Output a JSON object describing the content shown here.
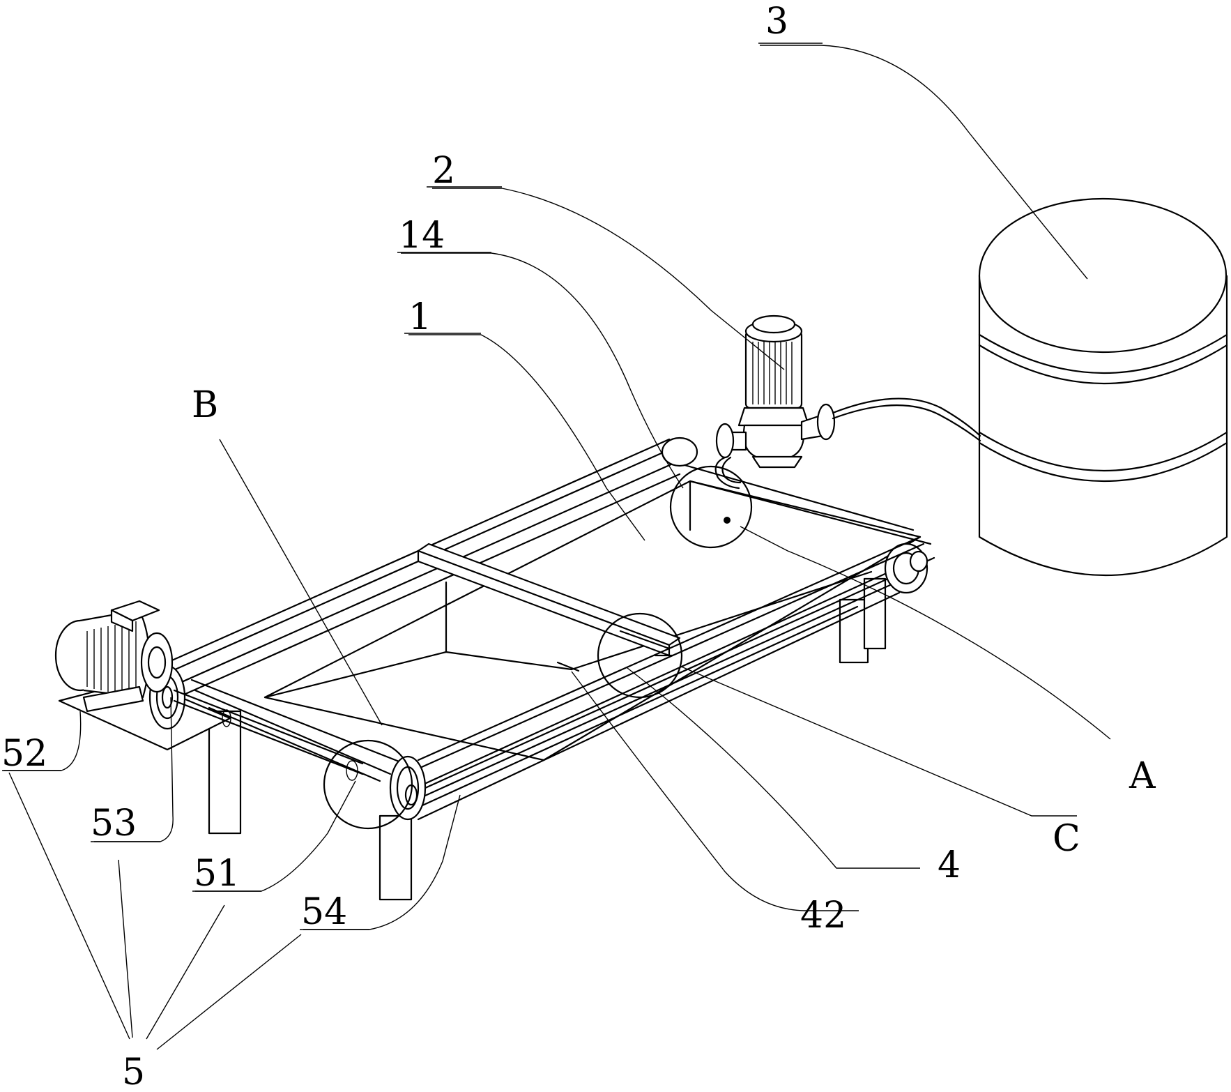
{
  "labels": {
    "frame": "1",
    "pump": "2",
    "tank": "3",
    "part_4": "4",
    "part_5": "5",
    "part_14": "14",
    "part_42": "42",
    "part_51": "51",
    "part_52": "52",
    "part_53": "53",
    "part_54": "54",
    "detail_a": "A",
    "detail_b": "B",
    "detail_c": "C"
  }
}
